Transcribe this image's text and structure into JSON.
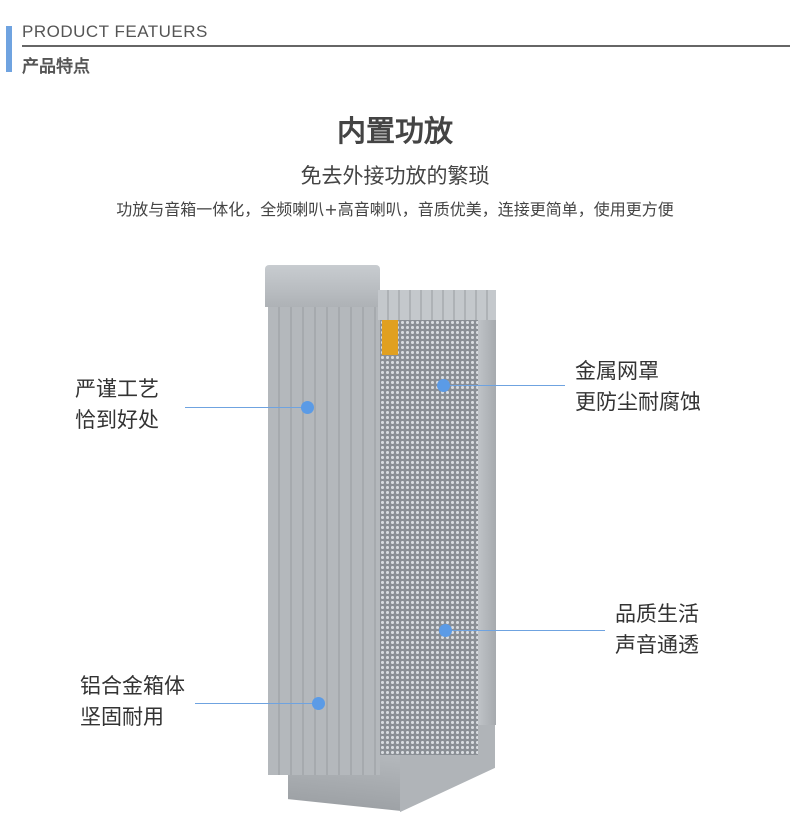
{
  "header": {
    "en_title": "PRODUCT  FEATUERS",
    "cn_title": "产品特点"
  },
  "feature": {
    "title": "内置功放",
    "subtitle": "免去外接功放的繁琐",
    "description": "功放与音箱一体化，全频喇叭+高音喇叭，音质优美，连接更简单，使用更方便"
  },
  "callouts": [
    {
      "line1": "严谨工艺",
      "line2": "恰到好处"
    },
    {
      "line1": "金属网罩",
      "line2": "更防尘耐腐蚀"
    },
    {
      "line1": "品质生活",
      "line2": "声音通透"
    },
    {
      "line1": "铝合金箱体",
      "line2": "坚固耐用"
    }
  ],
  "colors": {
    "accent": "#5b9be6",
    "text": "#444444"
  }
}
